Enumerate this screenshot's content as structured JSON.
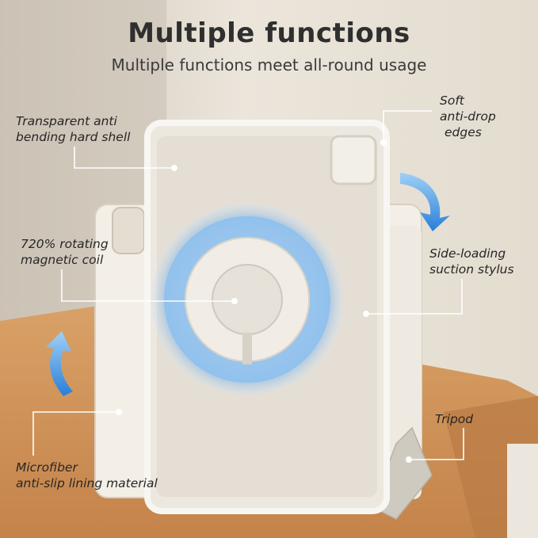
{
  "header": {
    "title": "Multiple functions",
    "subtitle": "Multiple functions meet all-round usage"
  },
  "callouts": {
    "shell": [
      "Transparent anti",
      "bending hard shell"
    ],
    "edges": [
      "Soft",
      "anti-drop",
      "edges"
    ],
    "coil": [
      "720% rotating",
      "magnetic coil"
    ],
    "stylus": [
      "Side-loading",
      "suction stylus"
    ],
    "tripod": [
      "Tripod"
    ],
    "lining": [
      "Microfiber",
      "anti-slip lining material"
    ]
  },
  "colors": {
    "accent_blue": "#3b8ee0",
    "leader_line": "#ffffff"
  }
}
